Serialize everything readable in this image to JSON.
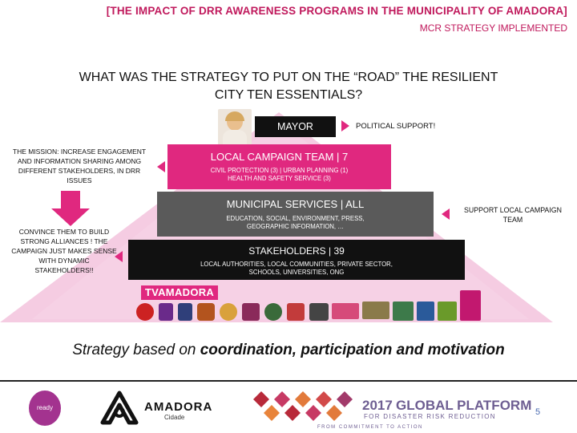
{
  "header": {
    "title": "[THE IMPACT OF DRR AWARENESS PROGRAMS IN THE MUNICIPALITY OF AMADORA]",
    "subtitle": "MCR STRATEGY IMPLEMENTED"
  },
  "question": {
    "line1": "WHAT WAS THE STRATEGY TO PUT ON THE “ROAD” THE RESILIENT",
    "line2": "CITY TEN ESSENTIALS?"
  },
  "mayor": {
    "label": "MAYOR",
    "support": "POLITICAL SUPPORT!"
  },
  "mission": {
    "line1": "THE MISSION: INCREASE ENGAGEMENT",
    "line2": "AND INFORMATION SHARING AMONG",
    "line3": "DIFFERENT STAKEHOLDERS, IN DRR",
    "line4": "ISSUES"
  },
  "convince": {
    "line1": "CONVINCE THEM TO BUILD",
    "line2": "STRONG ALLIANCES ! THE",
    "line3": "CAMPAIGN JUST MAKES SENSE",
    "line4": "WITH DYNAMIC",
    "line5": "STAKEHOLDERS!!"
  },
  "tiers": {
    "campaign": {
      "title": "LOCAL CAMPAIGN TEAM | 7",
      "line1": "CIVIL PROTECTION (3) | URBAN PLANNING (1)",
      "line2": "HEALTH AND SAFETY SERVICE (3)"
    },
    "services": {
      "title": "MUNICIPAL SERVICES | ALL",
      "line1": "EDUCATION, SOCIAL, ENVIRONMENT, PRESS,",
      "line2": "GEOGRAPHIC INFORMATION, …"
    },
    "stakeholders": {
      "title": "STAKEHOLDERS | 39",
      "line1": "LOCAL AUTHORITIES, LOCAL COMMUNITIES, PRIVATE SECTOR,",
      "line2": "SCHOOLS, UNIVERSITIES, ONG"
    }
  },
  "support_team": {
    "line1": "SUPPORT LOCAL CAMPAIGN",
    "line2": "TEAM"
  },
  "logos": {
    "tv": "TVAMADORA"
  },
  "strategy": {
    "prefix": "Strategy based on ",
    "bold": "coordination, participation and motivation"
  },
  "footer": {
    "ready_badge": "ready",
    "amadora": "AMADORA",
    "cidade": "Cidade",
    "gp_year": "2017",
    "gp_title": "GLOBAL PLATFORM",
    "gp_sub": "FOR DISASTER RISK REDUCTION",
    "gp_tag": "FROM COMMITMENT TO ACTION",
    "page_number": "5"
  },
  "colors": {
    "magenta": "#e0287f",
    "dark_gray": "#595959",
    "black_bar": "#111111",
    "pyramid_pink": "#f0b9d7"
  }
}
